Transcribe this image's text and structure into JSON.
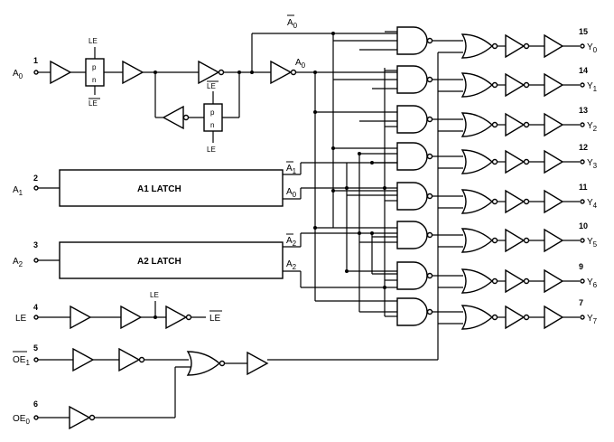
{
  "inputs": [
    {
      "pin": "1",
      "name": "A",
      "sub": "0"
    },
    {
      "pin": "2",
      "name": "A",
      "sub": "1"
    },
    {
      "pin": "3",
      "name": "A",
      "sub": "2"
    },
    {
      "pin": "4",
      "name": "LE",
      "sub": ""
    },
    {
      "pin": "5",
      "name": "OE",
      "sub": "1"
    },
    {
      "pin": "6",
      "name": "OE",
      "sub": "0"
    }
  ],
  "outputs": [
    {
      "pin": "15",
      "name": "Y",
      "sub": "0"
    },
    {
      "pin": "14",
      "name": "Y",
      "sub": "1"
    },
    {
      "pin": "13",
      "name": "Y",
      "sub": "2"
    },
    {
      "pin": "12",
      "name": "Y",
      "sub": "3"
    },
    {
      "pin": "11",
      "name": "Y",
      "sub": "4"
    },
    {
      "pin": "10",
      "name": "Y",
      "sub": "5"
    },
    {
      "pin": "9",
      "name": "Y",
      "sub": "6"
    },
    {
      "pin": "7",
      "name": "Y",
      "sub": "7"
    }
  ],
  "latches": {
    "a1": "A1 LATCH",
    "a2": "A2 LATCH"
  },
  "switch": {
    "p": "p",
    "n": "n",
    "le": "LE"
  },
  "signals": {
    "a": "A",
    "s0": "0",
    "s1": "1",
    "s2": "2",
    "le_out": "LE",
    "le_tap": "LE"
  }
}
